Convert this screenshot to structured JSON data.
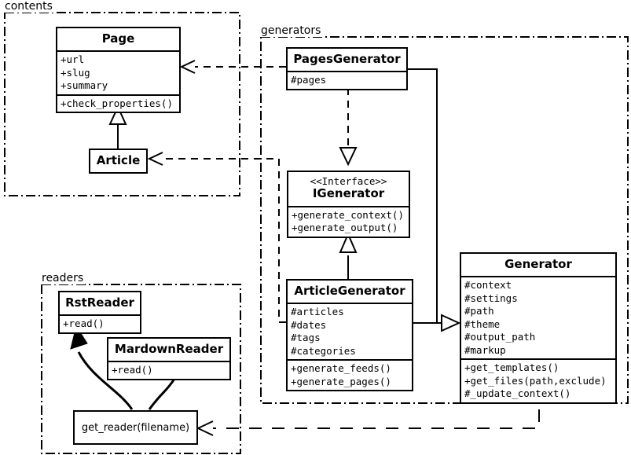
{
  "diagram": {
    "title": "UML class diagram",
    "packages": [
      {
        "id": "contents",
        "label": "contents"
      },
      {
        "id": "generators",
        "label": "generators"
      },
      {
        "id": "readers",
        "label": "readers"
      }
    ],
    "classes": [
      {
        "id": "page",
        "name": "Page",
        "stereotype": "",
        "attributes": [
          "+url",
          "+slug",
          "+summary"
        ],
        "operations": [
          "+check_properties()"
        ]
      },
      {
        "id": "article",
        "name": "Article",
        "stereotype": "",
        "attributes": [],
        "operations": []
      },
      {
        "id": "pages-generator",
        "name": "PagesGenerator",
        "stereotype": "",
        "attributes": [
          "#pages"
        ],
        "operations": []
      },
      {
        "id": "igenerator",
        "name": "IGenerator",
        "stereotype": "<<Interface>>",
        "attributes": [],
        "operations": [
          "+generate_context()",
          "+generate_output()"
        ]
      },
      {
        "id": "article-generator",
        "name": "ArticleGenerator",
        "stereotype": "",
        "attributes": [
          "#articles",
          "#dates",
          "#tags",
          "#categories"
        ],
        "operations": [
          "+generate_feeds()",
          "+generate_pages()"
        ]
      },
      {
        "id": "generator",
        "name": "Generator",
        "stereotype": "",
        "attributes": [
          "#context",
          "#settings",
          "#path",
          "#theme",
          "#output_path",
          "#markup"
        ],
        "operations": [
          "+get_templates()",
          "+get_files(path,exclude)",
          "#_update_context()"
        ]
      },
      {
        "id": "rst-reader",
        "name": "RstReader",
        "stereotype": "",
        "attributes": [],
        "operations": [
          "+read()"
        ]
      },
      {
        "id": "mardown-reader",
        "name": "MardownReader",
        "stereotype": "",
        "attributes": [],
        "operations": [
          "+read()"
        ]
      }
    ],
    "functions": [
      {
        "id": "get-reader",
        "label": "get_reader(filename)"
      }
    ],
    "relations": [
      {
        "id": "pagesgenerator-page",
        "from": "pages-generator",
        "to": "page",
        "kind": "dependency"
      },
      {
        "id": "articlegenerator-article",
        "from": "article-generator",
        "to": "article",
        "kind": "dependency"
      },
      {
        "id": "article-page",
        "from": "article",
        "to": "page",
        "kind": "generalization"
      },
      {
        "id": "pagesgenerator-igenerator",
        "from": "pages-generator",
        "to": "igenerator",
        "kind": "realization"
      },
      {
        "id": "articlegenerator-igenerator",
        "from": "article-generator",
        "to": "igenerator",
        "kind": "generalization"
      },
      {
        "id": "pagesgenerator-generator",
        "from": "pages-generator",
        "to": "generator",
        "kind": "generalization"
      },
      {
        "id": "articlegenerator-generator",
        "from": "article-generator",
        "to": "generator",
        "kind": "generalization"
      },
      {
        "id": "generator-getreader",
        "from": "generator",
        "to": "get-reader",
        "kind": "dependency"
      },
      {
        "id": "getreader-rstreader",
        "from": "get-reader",
        "to": "rst-reader",
        "kind": "creates"
      },
      {
        "id": "getreader-mardownreader",
        "from": "get-reader",
        "to": "mardown-reader",
        "kind": "creates"
      }
    ],
    "colors": {
      "stroke": "#000000",
      "fill": "#ffffff",
      "background": "#ffffff"
    }
  }
}
